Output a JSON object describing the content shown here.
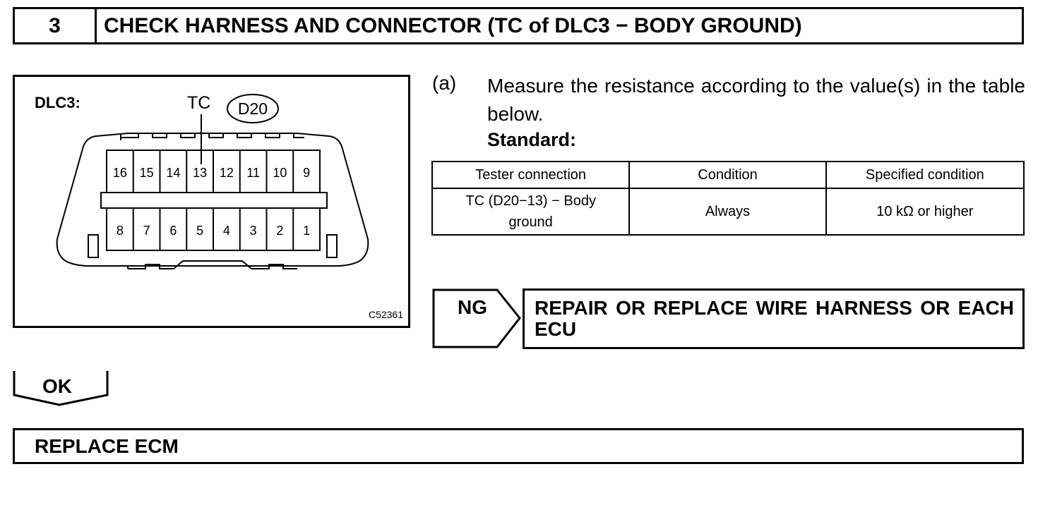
{
  "step": {
    "number": "3",
    "title": "CHECK HARNESS AND CONNECTOR (TC of DLC3 − BODY GROUND)"
  },
  "diagram": {
    "connector_label": "DLC3:",
    "terminal_label": "TC",
    "connector_code": "D20",
    "figure_id": "C52361",
    "top_pins": [
      "16",
      "15",
      "14",
      "13",
      "12",
      "11",
      "10",
      "9"
    ],
    "bottom_pins": [
      "8",
      "7",
      "6",
      "5",
      "4",
      "3",
      "2",
      "1"
    ]
  },
  "instruction": {
    "letter": "(a)",
    "text": "Measure the resistance according to the value(s) in the table below.",
    "standard_label": "Standard:"
  },
  "table": {
    "headers": [
      "Tester connection",
      "Condition",
      "Specified condition"
    ],
    "rows": [
      {
        "connection_line1": "TC (D20−13) − Body",
        "connection_line2": "ground",
        "condition": "Always",
        "specified": "10 kΩ or higher"
      }
    ]
  },
  "ng": {
    "label": "NG",
    "result": "REPAIR OR REPLACE WIRE HARNESS OR EACH ECU"
  },
  "ok": {
    "label": "OK"
  },
  "final": {
    "text": "REPLACE ECM"
  }
}
